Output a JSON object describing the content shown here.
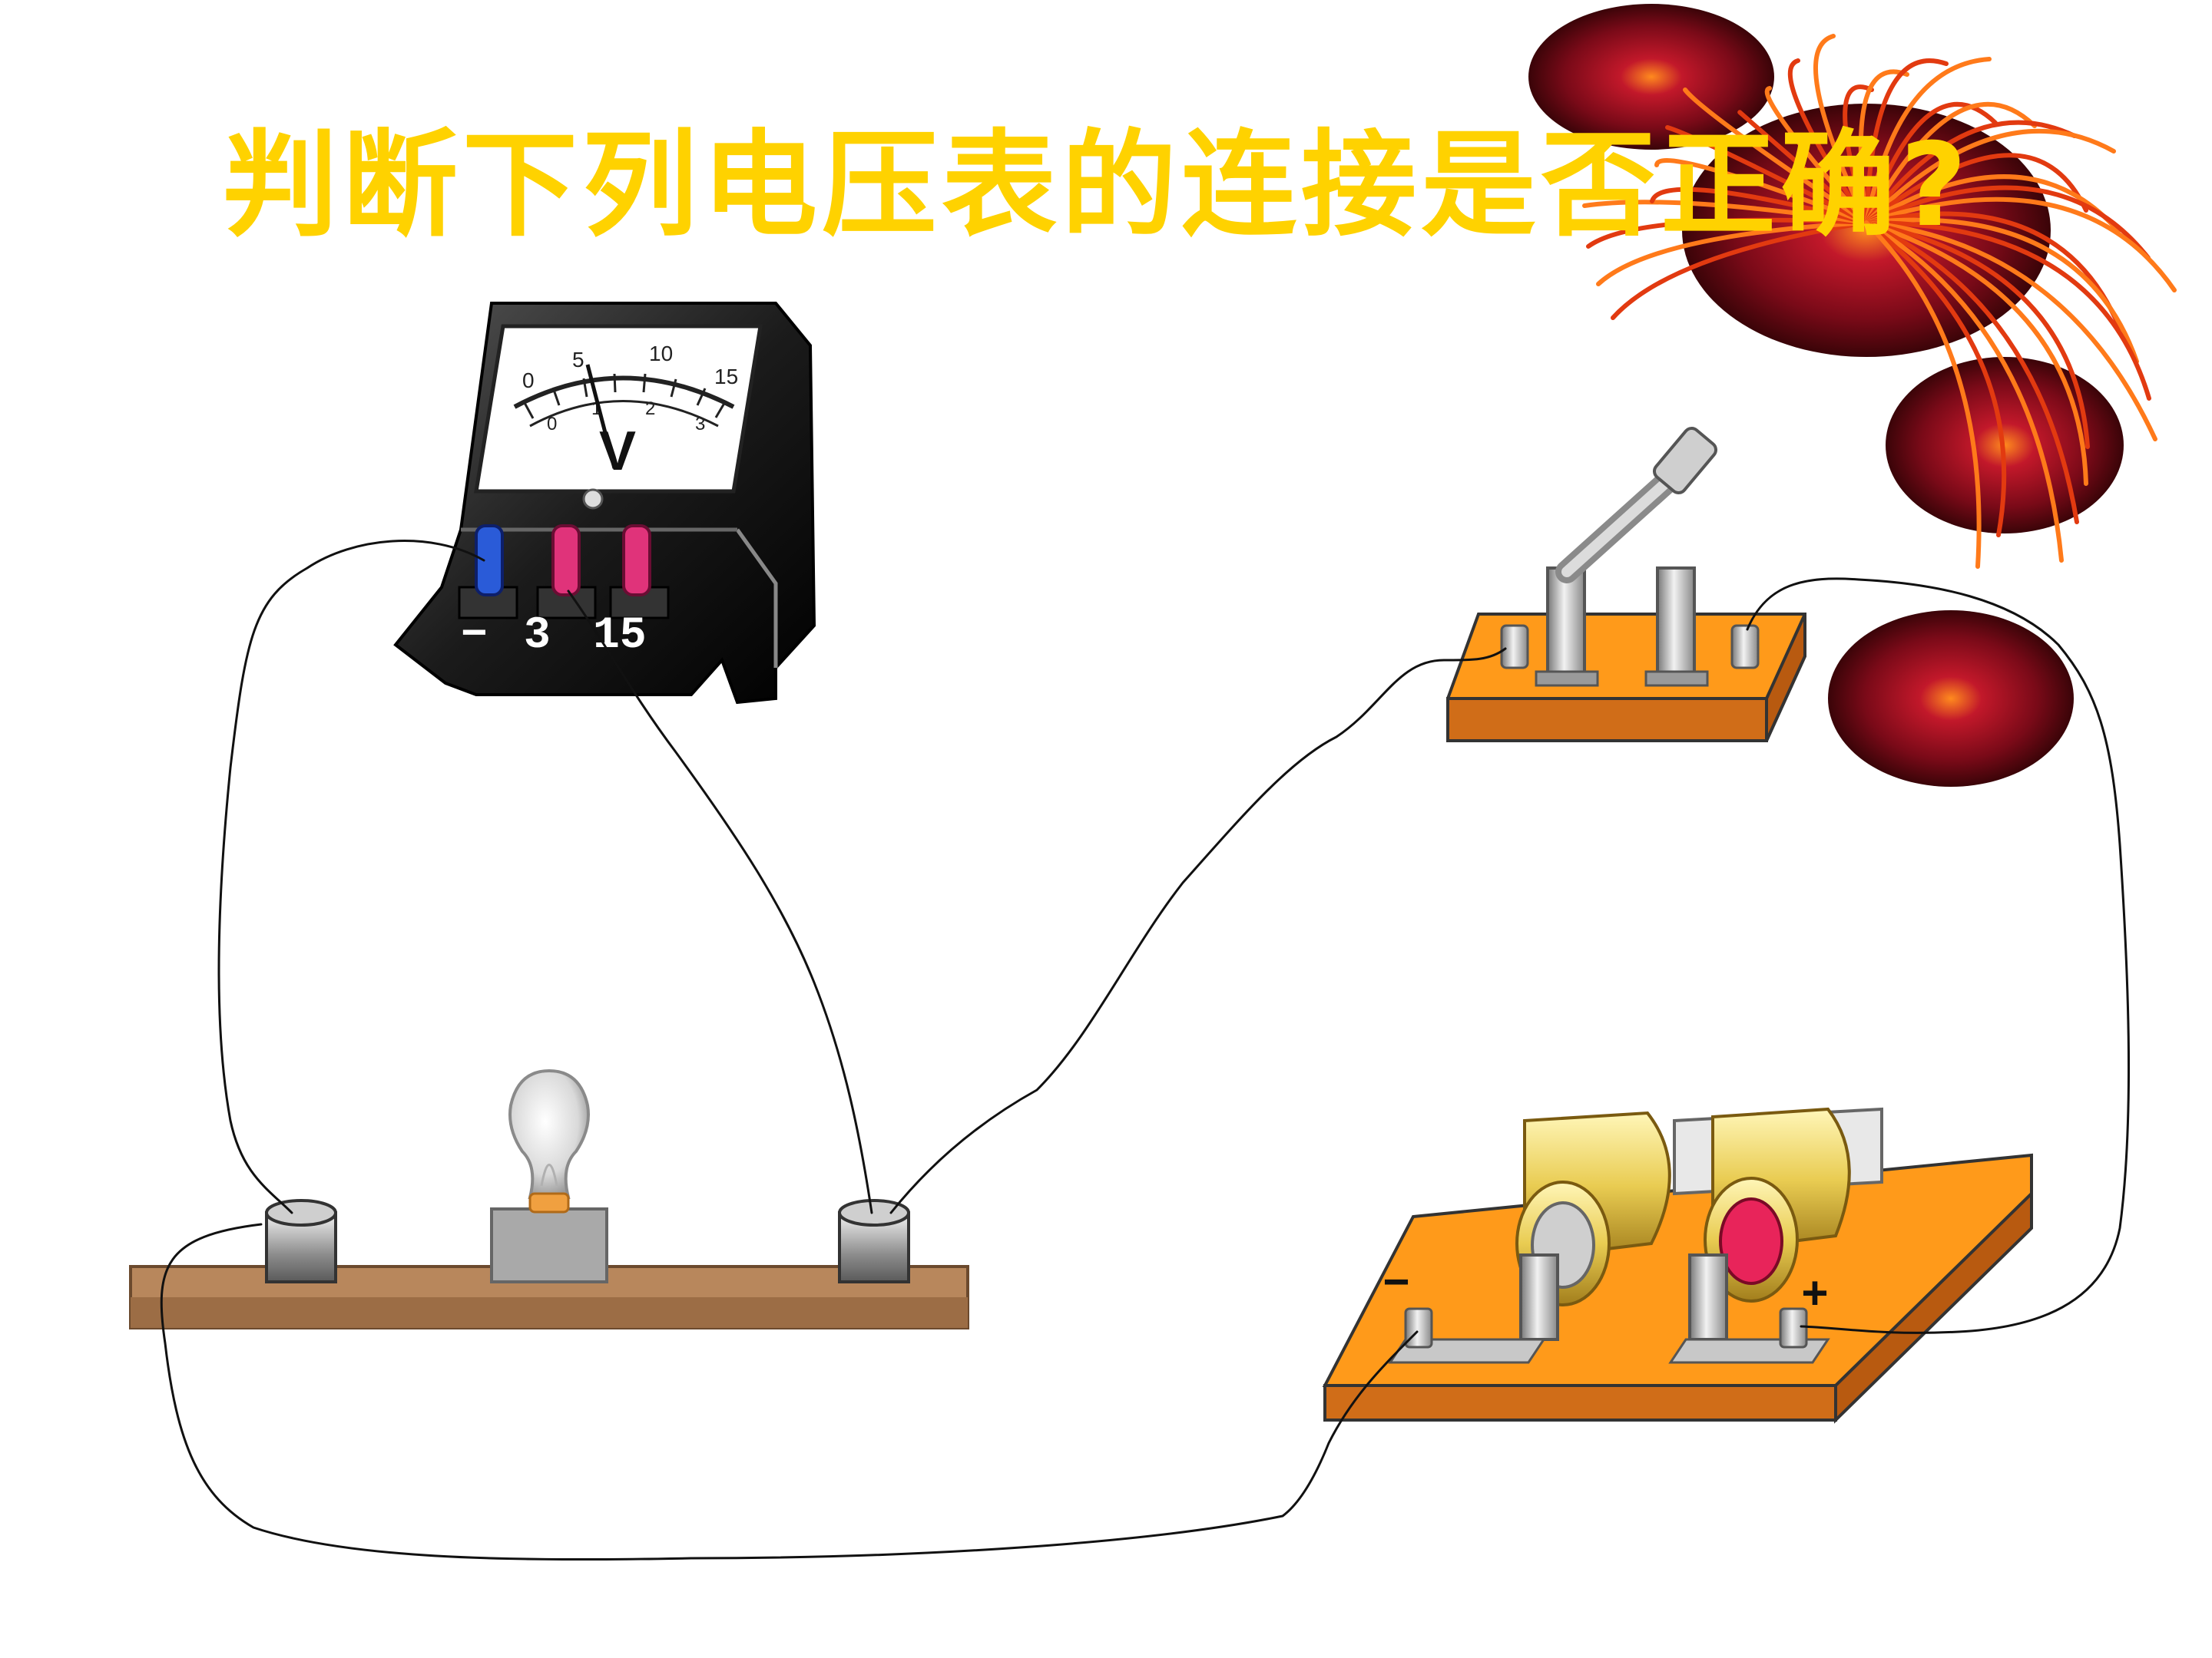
{
  "title": "判断下列电压表的连接是否正确?",
  "voltmeter": {
    "symbol": "V",
    "terminals": [
      "−",
      "3",
      "15"
    ],
    "upper_scale": [
      "0",
      "5",
      "10",
      "15"
    ],
    "lower_scale": [
      "0",
      "1",
      "2",
      "3"
    ]
  },
  "battery": {
    "minus_sign": "−",
    "plus_sign": "+"
  },
  "colors": {
    "title": "#ffd200",
    "board": "#ff9a1a",
    "wood": "#b8875c",
    "voltmeter_body": "#1e1e1e",
    "firework": "#e23a10"
  }
}
